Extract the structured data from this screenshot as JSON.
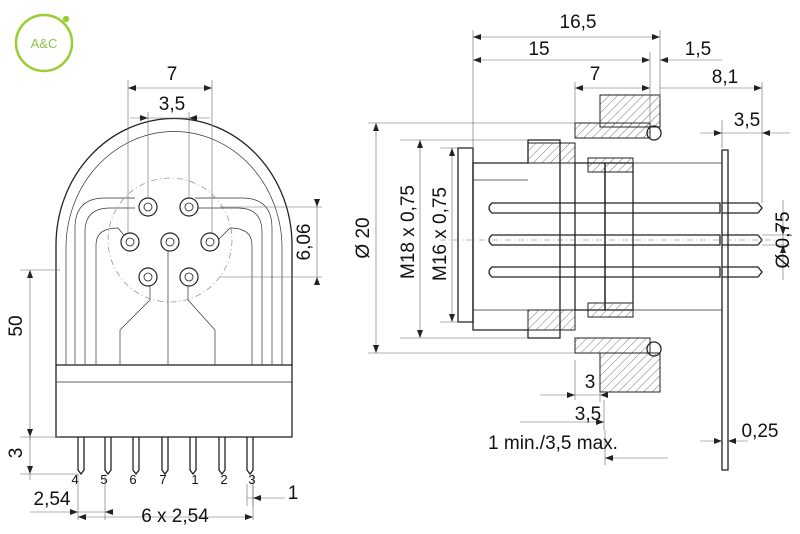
{
  "logo": {
    "text": "A&C",
    "color": "#8bc34a"
  },
  "front_view": {
    "dims": {
      "top_outer": "7",
      "top_inner": "3,5",
      "right": "6,06",
      "height": "50",
      "bottom_offset": "3",
      "pitch": "2,54",
      "span": "6 x 2,54",
      "end": "1"
    },
    "pin_labels": [
      "4",
      "5",
      "6",
      "7",
      "1",
      "2",
      "3"
    ]
  },
  "side_view": {
    "dims": {
      "total": "16,5",
      "body": "15",
      "flange": "1,5",
      "panel": "7",
      "tail": "8,1",
      "tail_short": "3,5",
      "diameter": "Ø 20",
      "thread_outer": "M18 x 0,75",
      "thread_inner": "M16 x 0,75",
      "pin_dia": "Ø 0,75",
      "panel_gap": "3",
      "nut": "3,5",
      "panel_thickness": "1 min./3,5 max.",
      "pcb": "0,25"
    }
  }
}
